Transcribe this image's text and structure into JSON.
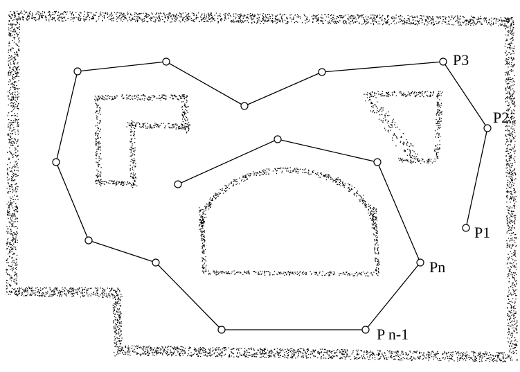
{
  "labels": {
    "p1": "P1",
    "p2": "P2",
    "p3": "P3",
    "pn": "Pn",
    "pn_minus_1": "P n-1"
  },
  "colors": {
    "ink": "#000000",
    "background": "#ffffff"
  }
}
